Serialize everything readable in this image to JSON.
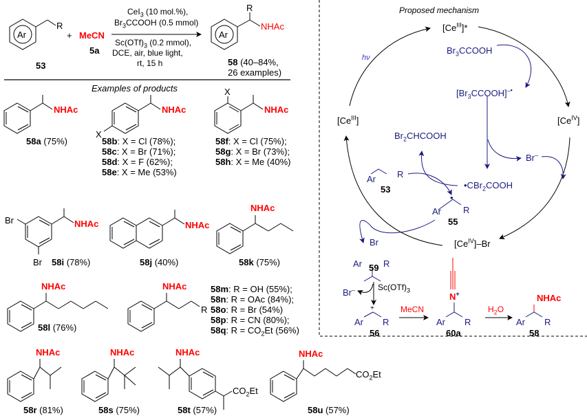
{
  "colors": {
    "red": "#ff0000",
    "navy": "#1a1a80",
    "black": "#000000",
    "dash": "#000000"
  },
  "scheme": {
    "reactant_label": "53",
    "ring_label": "Ar",
    "r_group": "R",
    "plus": "+",
    "reagent": "MeCN",
    "reagent_label": "5a",
    "conditions_above": [
      "CeI",
      "3",
      " (10 mol.%),",
      "Br",
      "3",
      "CCOOH (0.5 mmol)"
    ],
    "cond1_main": "CeI",
    "cond1_sub": "3",
    "cond1_rest": " (10 mol.%),",
    "cond2_a": "Br",
    "cond2_sub": "3",
    "cond2_rest": "CCOOH (0.5 mmol)",
    "cond3_a": "Sc(OTf)",
    "cond3_sub": "3",
    "cond3_rest": " (0.2 mmol),",
    "cond4": "DCE, air, blue light,",
    "cond5": "rt, 15 h",
    "product_group": "NHAc",
    "product_label": "58",
    "product_yield": " (40–84%,",
    "product_examples": "26 examples)"
  },
  "examples": {
    "title": "Examples of products",
    "nhac": "NHAc",
    "x": "X",
    "r": "R",
    "br": "Br",
    "co2et_a": "CO",
    "co2et_sub": "2",
    "co2et_b": "Et",
    "items": [
      {
        "id": "58a",
        "text": " (75%)"
      },
      {
        "id": "58b",
        "text": ": X = Cl (78%);"
      },
      {
        "id": "58c",
        "text": ": X = Br (71%);"
      },
      {
        "id": "58d",
        "text": ": X = F (62%);"
      },
      {
        "id": "58e",
        "text": ":  X = Me (53%)"
      },
      {
        "id": "58f",
        "text": ":  X = Cl (75%);"
      },
      {
        "id": "58g",
        "text": ": X = Br (73%);"
      },
      {
        "id": "58h",
        "text": ": X = Me (40%)"
      },
      {
        "id": "58i",
        "text": " (78%)"
      },
      {
        "id": "58j",
        "text": " (40%)"
      },
      {
        "id": "58k",
        "text": " (75%)"
      },
      {
        "id": "58l",
        "text": " (76%)"
      },
      {
        "id": "58m",
        "text": ": R = OH (55%);"
      },
      {
        "id": "58n",
        "text": ":  R = OAc (84%);"
      },
      {
        "id": "58o",
        "text": ":  R = Br (54%)"
      },
      {
        "id": "58p",
        "text": ":  R = CN (80%);"
      },
      {
        "id": "58q_a",
        "text": ":  R = CO"
      },
      {
        "id": "58q_b",
        "text": "2"
      },
      {
        "id": "58q_c",
        "text": "Et (56%)"
      },
      {
        "id": "58r",
        "text": " (81%)"
      },
      {
        "id": "58s",
        "text": " (75%)"
      },
      {
        "id": "58t",
        "text": " (57%)"
      },
      {
        "id": "58u",
        "text": " (57%)"
      }
    ],
    "labels": [
      "58a",
      "58b",
      "58c",
      "58d",
      "58e",
      "58f",
      "58g",
      "58h",
      "58i",
      "58j",
      "58k",
      "58l",
      "58m",
      "58n",
      "58o",
      "58p",
      "58q",
      "58r",
      "58s",
      "58t",
      "58u"
    ]
  },
  "mechanism": {
    "title": "Proposed mechanism",
    "ce3_star_a": "[Ce",
    "ce3_star_sup": "III",
    "ce3_star_b": "]*",
    "ce3_a": "[Ce",
    "ce3_sup": "III",
    "ce3_b": "]",
    "ce4_a": "[Ce",
    "ce4_sup": "IV",
    "ce4_b": "]",
    "ce4br_a": "[Ce",
    "ce4br_sup": "IV",
    "ce4br_b": "]–Br",
    "hv": "hν",
    "acid_a": "Br",
    "acid_sub": "3",
    "acid_b": "CCOOH",
    "radanion_a": "[Br",
    "radanion_sub": "3",
    "radanion_b": "CCOOH]",
    "radanion_sup": "–•",
    "br_minus": "Br",
    "minus": "–",
    "dibromo_a": "Br",
    "dibromo_sub": "2",
    "dibromo_b": "CHCOOH",
    "radical_a": "•CBr",
    "radical_sub": "2",
    "radical_b": "COOH",
    "ar": "Ar",
    "r": "R",
    "br": "Br",
    "n_plus": "N",
    "plus": "+",
    "dot": "•",
    "sc": "Sc(OTf)",
    "sc_sub": "3",
    "mecn": "MeCN",
    "h2o_a": "H",
    "h2o_sub": "2",
    "h2o_b": "O",
    "nhac": "NHAc",
    "labels": {
      "c53": "53",
      "c55": "55",
      "c59": "59",
      "c56": "56",
      "c60a": "60a",
      "c58": "58"
    }
  }
}
